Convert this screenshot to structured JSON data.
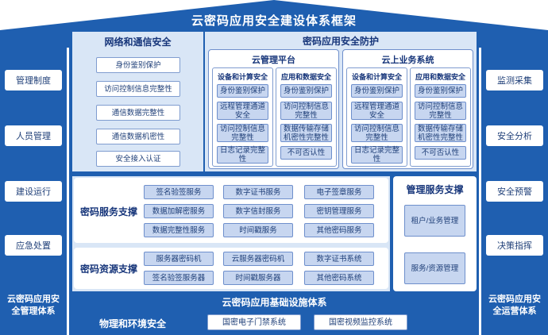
{
  "title": "云密码应用安全建设体系框架",
  "left": {
    "items": [
      "管理制度",
      "人员管理",
      "建设运行",
      "应急处置"
    ],
    "footer": "云密码应用安全管理体系"
  },
  "right": {
    "items": [
      "监测采集",
      "安全分析",
      "安全预警",
      "决策指挥"
    ],
    "footer": "云密码应用安全运营体系"
  },
  "network": {
    "title": "网络和通信安全",
    "items": [
      "身份鉴别保护",
      "访问控制信息完整性",
      "通信数据完整性",
      "通信数据机密性",
      "安全接入认证"
    ]
  },
  "protection": {
    "title": "密码应用安全防护",
    "cloud_mgmt": {
      "title": "云管理平台",
      "device": {
        "title": "设备和计算安全",
        "items": [
          "身份鉴别保护",
          "远程管理通道安全",
          "访问控制信息完整性",
          "日志记录完整性"
        ]
      },
      "app": {
        "title": "应用和数据安全",
        "items": [
          "身份鉴别保护",
          "访问控制信息完整性",
          "数据传输存储机密性完整性",
          "不可否认性"
        ]
      }
    },
    "cloud_biz": {
      "title": "云上业务系统",
      "device": {
        "title": "设备和计算安全",
        "items": [
          "身份鉴别保护",
          "远程管理通道安全",
          "访问控制信息完整性",
          "日志记录完整性"
        ]
      },
      "app": {
        "title": "应用和数据安全",
        "items": [
          "身份鉴别保护",
          "访问控制信息完整性",
          "数据传输存储机密性完整性",
          "不可否认性"
        ]
      }
    }
  },
  "service_support": {
    "title": "密码服务支撑",
    "items": [
      "签名验签服务",
      "数字证书服务",
      "电子签章服务",
      "数据加解密服务",
      "数字信封服务",
      "密钥管理服务",
      "数据完整性服务",
      "时间戳服务",
      "其他密码服务"
    ]
  },
  "mgmt_support": {
    "title": "管理服务支撑",
    "items": [
      "租户/业务管理",
      "服务/资源管理"
    ]
  },
  "resource_support": {
    "title": "密码资源支撑",
    "items": [
      "服务器密码机",
      "云服务器密码机",
      "数字证书系统",
      "签名验签服务器",
      "时间戳服务器",
      "其他密码系统"
    ]
  },
  "infra_title": "云密码应用基础设施体系",
  "physical": {
    "title": "物理和环境安全",
    "items": [
      "国密电子门禁系统",
      "国密视频监控系统"
    ]
  }
}
